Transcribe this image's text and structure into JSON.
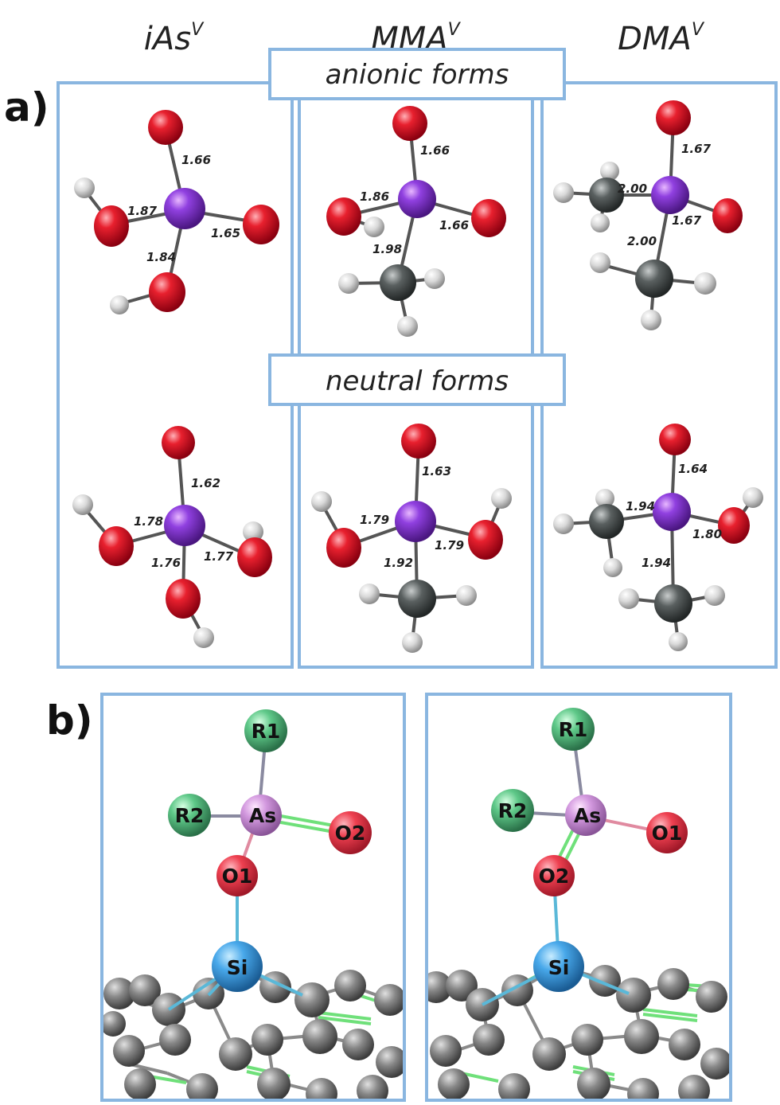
{
  "column_titles": [
    {
      "main": "iAs",
      "sup": "V"
    },
    {
      "main": "MMA",
      "sup": "V"
    },
    {
      "main": "DMA",
      "sup": "V"
    }
  ],
  "panel_labels": {
    "a": "a)",
    "b": "b)"
  },
  "form_labels": {
    "anionic": "anionic forms",
    "neutral": "neutral forms"
  },
  "distances": {
    "anionic": {
      "iAs": [
        "1.66",
        "1.87",
        "1.65",
        "1.84"
      ],
      "MMA": [
        "1.66",
        "1.86",
        "1.66",
        "1.98"
      ],
      "DMA": [
        "1.67",
        "2.00",
        "1.67",
        "2.00"
      ]
    },
    "neutral": {
      "iAs": [
        "1.62",
        "1.78",
        "1.77",
        "1.76"
      ],
      "MMA": [
        "1.63",
        "1.79",
        "1.79",
        "1.92"
      ],
      "DMA": [
        "1.64",
        "1.94",
        "1.80",
        "1.94"
      ]
    }
  },
  "panel_b": {
    "left": {
      "top": "R1",
      "left": "R2",
      "center": "As",
      "right": "O2",
      "bridge": "O1",
      "surface": "Si"
    },
    "right": {
      "top": "R1",
      "left": "R2",
      "center": "As",
      "right": "O1",
      "bridge": "O2",
      "surface": "Si"
    }
  },
  "colors": {
    "frame": "#8ab6e0",
    "oxygen": "#e0202e",
    "arsenic": "#8a3fd6",
    "hydrogen": "#dcdcdc",
    "carbon": "#555a5a",
    "r_group": "#4fbf7d",
    "as_pink": "#c98fd6",
    "si": "#3aa3e6",
    "surface_c": "#7d7d7d",
    "double_bond": "#6fe07a"
  }
}
